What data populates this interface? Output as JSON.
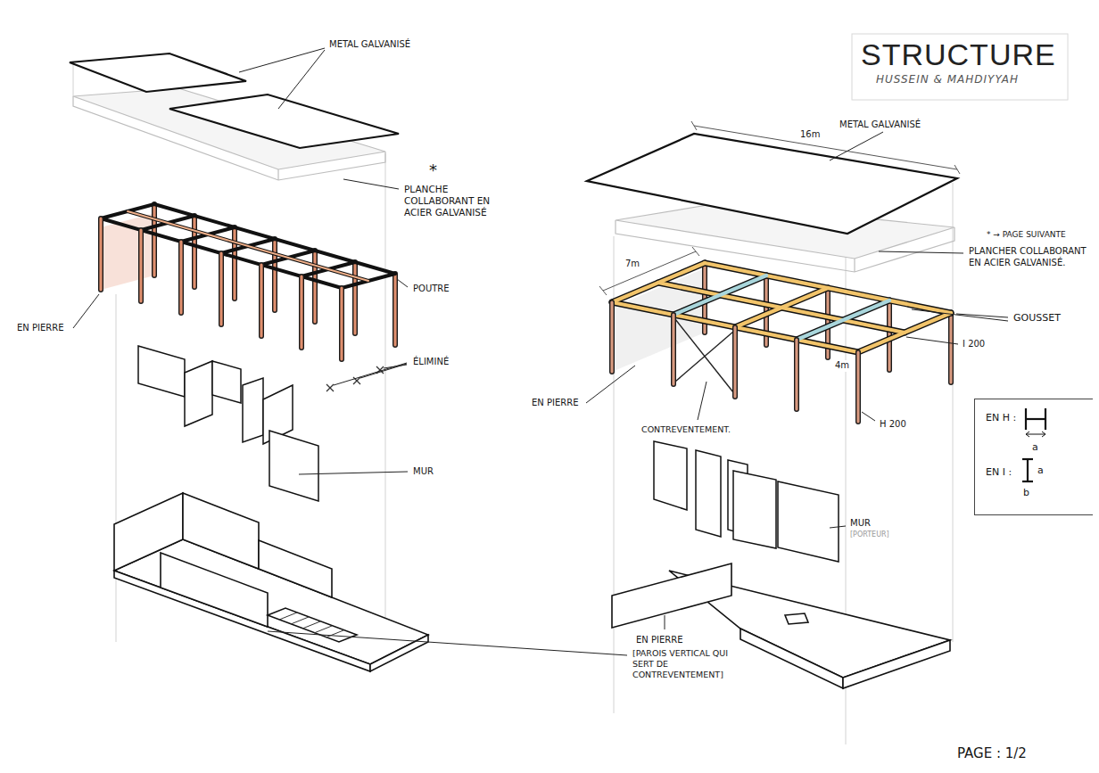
{
  "diagram": {
    "title": "STRUCTURE",
    "nodes": [
      {
        "text": [
          "EN H :",
          "a",
          "EN I :",
          "a",
          "b"
        ]
      }
    ],
    "labels": [
      "HUSSEIN & MAHDIYYAH",
      "METAL GALVANISÉ",
      "METAL GALVANISÉ",
      "16m",
      "*",
      "PLANCHE COLLABORANT EN ACIER GALVANISÉ",
      "* → PAGE SUIVANTE",
      "PLANCHER COLLABORANT EN ACIER GALVANISÉ.",
      "7m",
      "POUTRE",
      "GOUSSET",
      "EN PIERRE",
      "I 200",
      "4m",
      "ÉLIMINÉ",
      "EN PIERRE",
      "H 200",
      "CONTREVENTEMENT.",
      "MUR",
      "MUR",
      "[PORTEUR]",
      "EN PIERRE",
      "[PAROIS VERTICAL QUI SERT DE CONTREVENTEMENT]",
      "PAGE : 1/2"
    ]
  }
}
